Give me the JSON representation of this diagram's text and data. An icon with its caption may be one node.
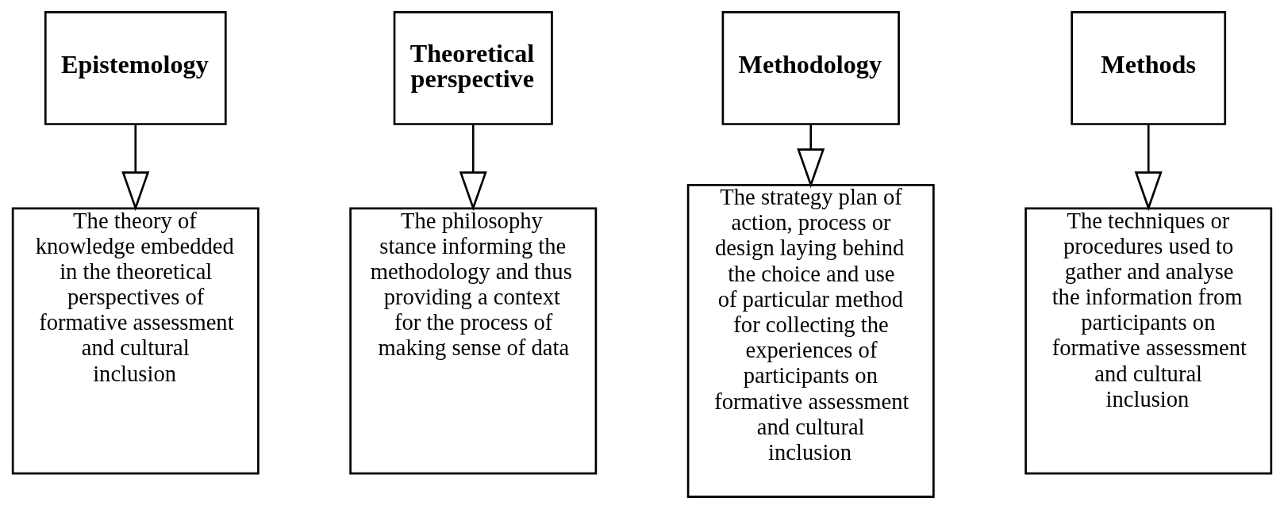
{
  "diagram": {
    "nodes": [
      {
        "text": [
          "Epistemology"
        ]
      },
      {
        "text": [
          "Theoretical perspective"
        ]
      },
      {
        "text": [
          "Methodology"
        ]
      },
      {
        "text": [
          "Methods"
        ]
      },
      {
        "text": [
          "The theory of knowledge embedded in the theoretical perspectives of formative assessment and cultural inclusion"
        ]
      },
      {
        "text": [
          "The philosophy stance informing the methodology and thus providing a context for the process of making sense of data"
        ]
      },
      {
        "text": [
          "The strategy plan of action, process or design laying behind the choice and use of particular method for collecting the experiences of participants on formative assessment and cultural inclusion"
        ]
      },
      {
        "text": [
          "The techniques or procedures used to gather and analyse the information from participants on formative assessment and cultural inclusion"
        ]
      }
    ],
    "edges": [
      {
        "from": 0,
        "to": 4,
        "arrow": "to"
      },
      {
        "from": 1,
        "to": 5,
        "arrow": "to"
      },
      {
        "from": 2,
        "to": 6,
        "arrow": "to"
      },
      {
        "from": 3,
        "to": 7,
        "arrow": "to"
      }
    ]
  }
}
